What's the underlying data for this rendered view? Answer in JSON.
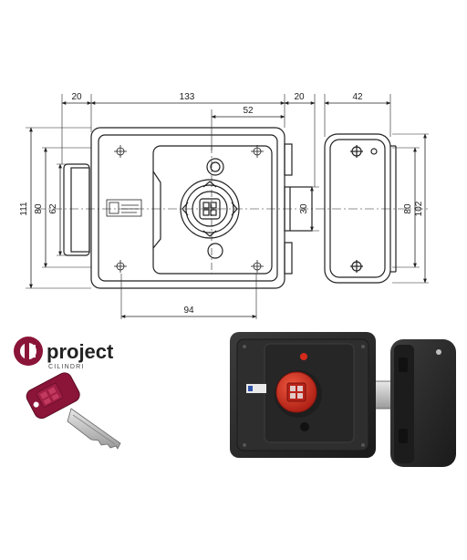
{
  "drawing": {
    "dims": {
      "left_offset": "20",
      "overall_width": "133",
      "cylinder_offset": "52",
      "right_offset": "20",
      "keeper_width": "42",
      "height_total": "111",
      "height_body": "80",
      "height_inner": "62",
      "bolt_height": "30",
      "keeper_height_80": "80",
      "keeper_height_102": "102",
      "bottom_width": "94"
    }
  },
  "brand": {
    "name": "project",
    "subtitle": "CILINDRI",
    "logo_color": "#8a1538"
  },
  "colors": {
    "lock_body": "#2b2b2b",
    "button_red": "#d42a1c",
    "key_head": "#8a1538"
  }
}
